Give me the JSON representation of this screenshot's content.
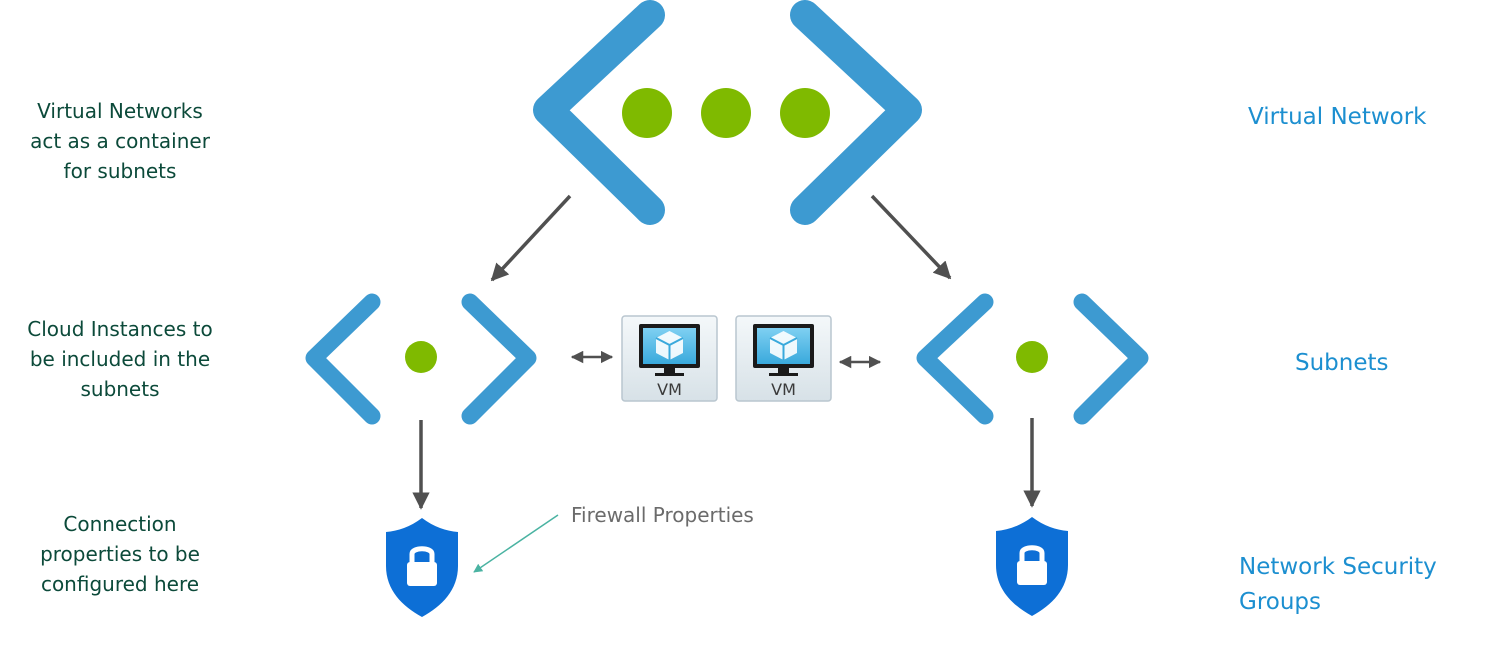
{
  "left_labels": {
    "virtual_networks": "Virtual Networks\nact as a container\nfor subnets",
    "cloud_instances": "Cloud Instances to\nbe included in the\nsubnets",
    "connection_properties": "Connection\nproperties to be\nconfigured here"
  },
  "right_labels": {
    "virtual_network": "Virtual Network",
    "subnets": "Subnets",
    "nsg_line1": "Network Security",
    "nsg_line2": "Groups"
  },
  "callout": {
    "firewall": "Firewall Properties"
  },
  "vms": [
    {
      "label": "VM"
    },
    {
      "label": "VM"
    }
  ],
  "colors": {
    "bracket_blue": "#3d9ad1",
    "dot_green": "#7fba00",
    "label_green": "#0c4a3a",
    "label_blue": "#1c8fd0",
    "divider_blue": "#2a8fd8",
    "shield_blue": "#0d6fd6",
    "arrow_gray": "#505050",
    "callout_teal": "#4ab3a2"
  },
  "icons": [
    "virtual-network-icon",
    "subnet-icon",
    "vm-icon",
    "network-security-group-shield-icon"
  ]
}
